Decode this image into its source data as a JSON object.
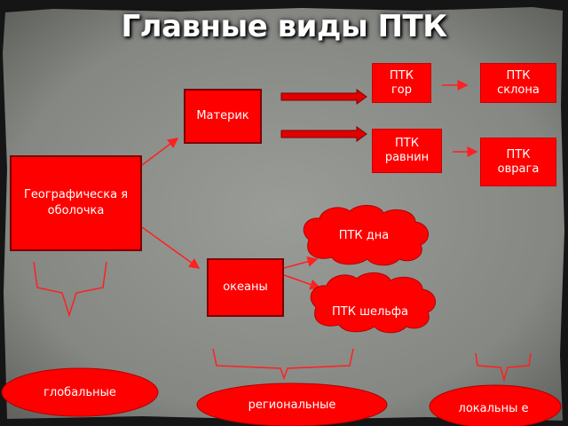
{
  "title": "Главные виды ПТК",
  "nodes": {
    "geo": "Географическа я оболочка",
    "continent": "Материк",
    "oceans": "океаны",
    "ptk_mountains": "ПТК гор",
    "ptk_plains": "ПТК равнин",
    "ptk_slope": "ПТК склона",
    "ptk_ravine": "ПТК оврага",
    "ptk_bottom": "ПТК дна",
    "ptk_shelf": "ПТК шельфа"
  },
  "levels": {
    "global": "глобальные",
    "regional": "региональные",
    "local": "локальны е"
  },
  "colors": {
    "box_fill": "#ff0000",
    "box_border": "#7a0000",
    "background": "#8a8c88",
    "text": "#ffffff"
  }
}
